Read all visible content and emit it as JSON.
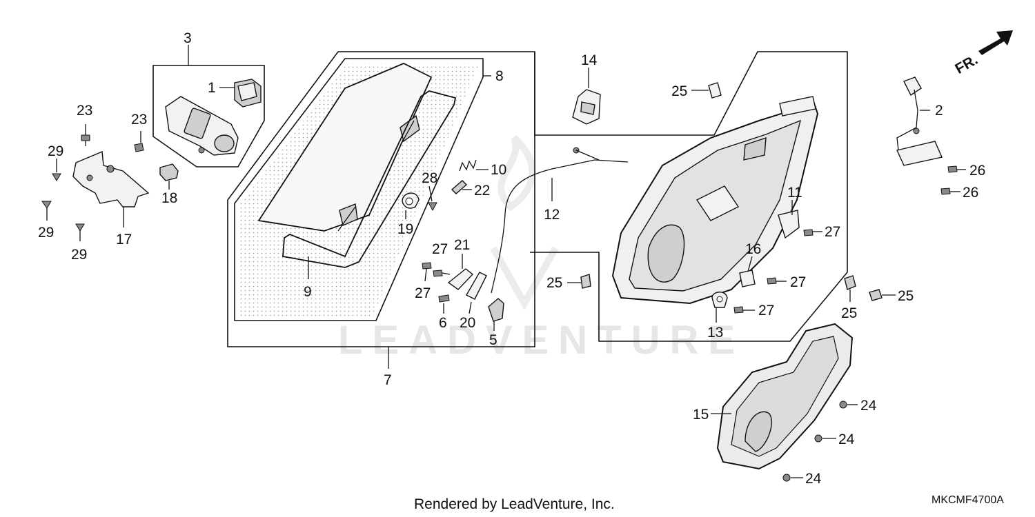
{
  "diagram": {
    "watermark": "LEADVENTURE",
    "footer": "Rendered by LeadVenture, Inc.",
    "diagram_code": "MKCMF4700A",
    "front_indicator": "FR.",
    "callouts": {
      "c1": "1",
      "c2": "2",
      "c3": "3",
      "c5": "5",
      "c6": "6",
      "c7": "7",
      "c8": "8",
      "c9": "9",
      "c10": "10",
      "c11": "11",
      "c12": "12",
      "c13": "13",
      "c14": "14",
      "c15": "15",
      "c16": "16",
      "c17": "17",
      "c18": "18",
      "c19": "19",
      "c20": "20",
      "c21": "21",
      "c22": "22",
      "c23a": "23",
      "c23b": "23",
      "c24a": "24",
      "c24b": "24",
      "c24c": "24",
      "c25a": "25",
      "c25b": "25",
      "c25c": "25",
      "c25d": "25",
      "c26a": "26",
      "c26b": "26",
      "c27a": "27",
      "c27b": "27",
      "c27c": "27",
      "c27d": "27",
      "c27e": "27",
      "c28": "28",
      "c29a": "29",
      "c29b": "29",
      "c29c": "29"
    }
  }
}
